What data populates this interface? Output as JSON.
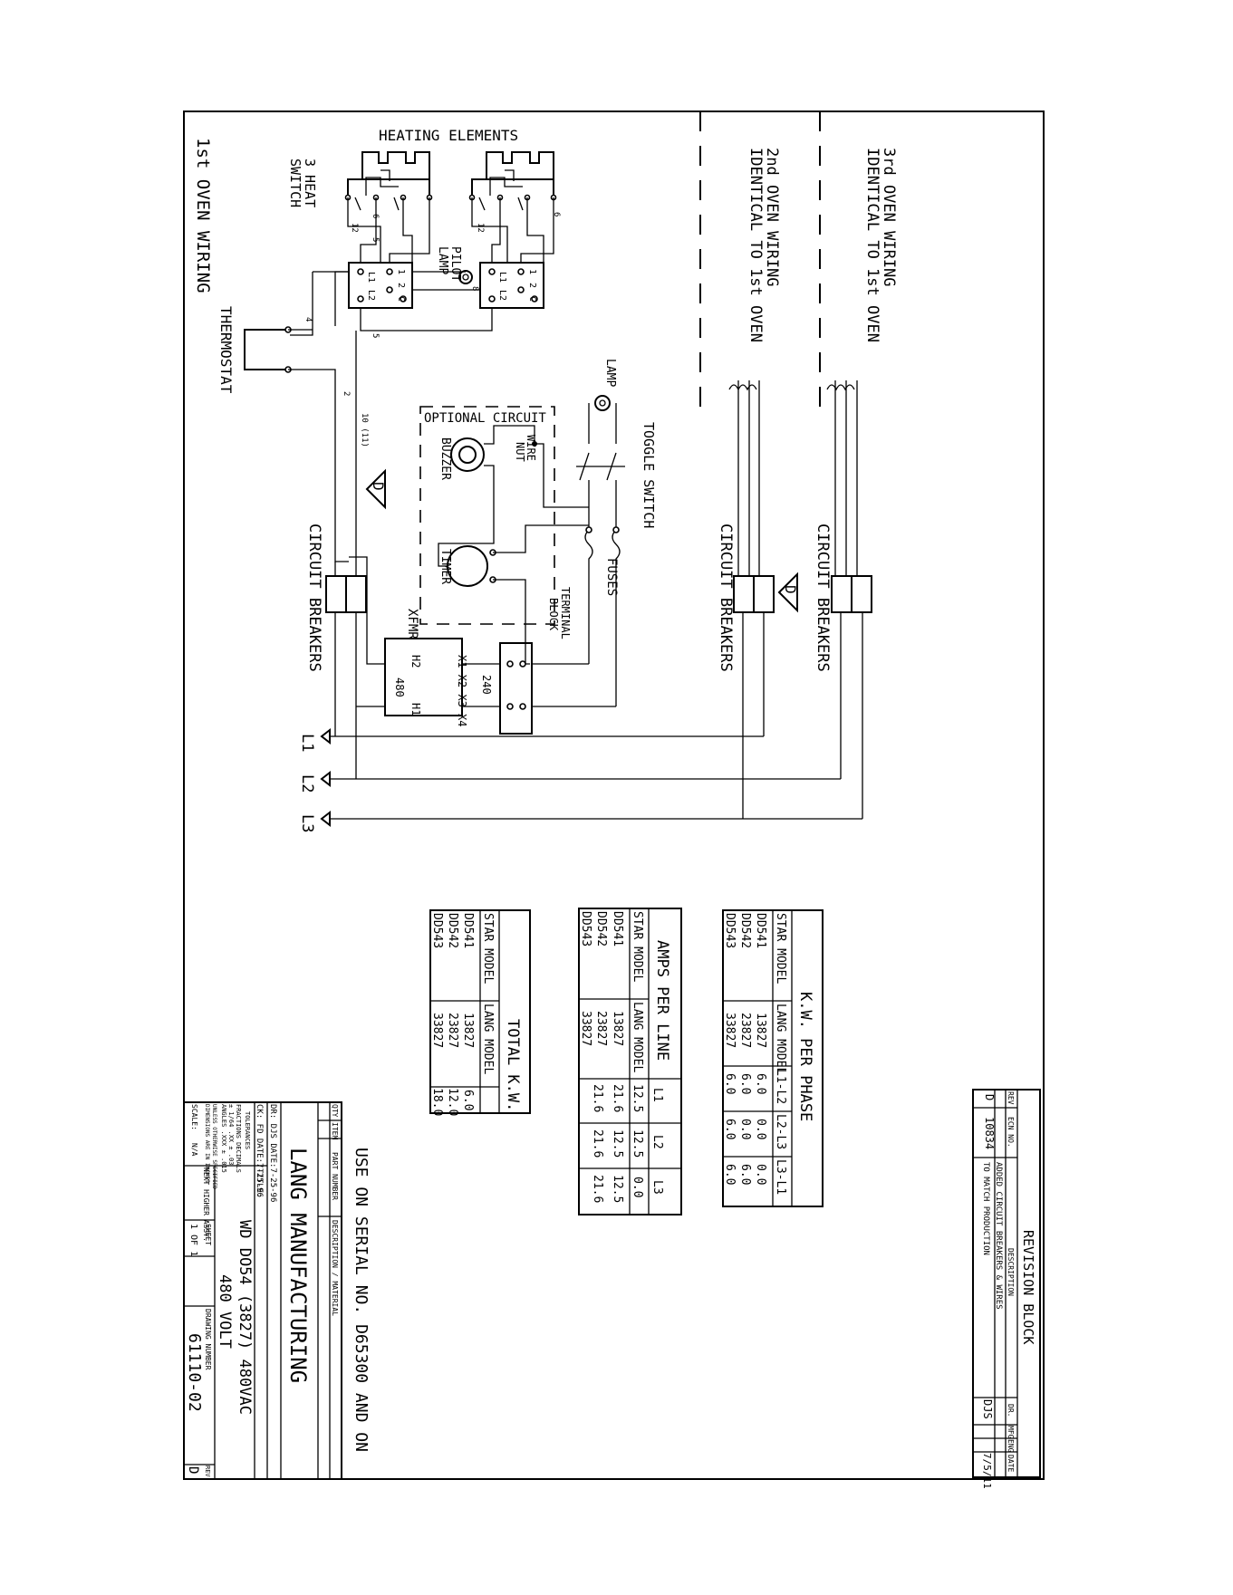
{
  "labels": {
    "heating_elements": "HEATING ELEMENTS",
    "oven1": "1st OVEN WIRING",
    "heat_switch_1": "3 HEAT",
    "heat_switch_2": "SWITCH",
    "oven2_1": "2nd OVEN WIRING",
    "oven2_2": "IDENTICAL TO 1st OVEN",
    "oven3_1": "3rd OVEN WIRING",
    "oven3_2": "IDENTICAL TO 1st OVEN",
    "pilot_1": "PILOT",
    "pilot_2": "LAMP",
    "thermostat": "THERMOSTAT",
    "lamp": "LAMP",
    "toggle_switch": "TOGGLE SWITCH",
    "optional_circuit": "OPTIONAL CIRCUIT",
    "wire_1": "WIRE",
    "wire_2": "NUT",
    "buzzer": "BUZZER",
    "timer": "TIMER",
    "fuses": "FUSES",
    "terminal_1": "TERMINAL",
    "terminal_2": "BLOCK",
    "xfmr": "XFMR",
    "circuit_breakers": "CIRCUIT BREAKERS",
    "l1": "L1",
    "l2": "L2",
    "l3": "L3",
    "v240": "240",
    "v480": "480",
    "x_terms": "X1 X2 X3 X4",
    "h2": "H2",
    "h1": "H1",
    "rev_mark": "D",
    "sw_terms": [
      "L1",
      "L2",
      "1",
      "2",
      "C"
    ],
    "wire_nums": {
      "w4": "4",
      "w2": "2",
      "w10": "10 (11)",
      "w5": "5",
      "w5b": "5",
      "w6": "6",
      "w6b": "6",
      "w12": "12",
      "w12b": "12",
      "w8": "8"
    }
  },
  "tables": {
    "kw_per_phase": {
      "title": "K.W. PER PHASE",
      "headers": [
        "STAR MODEL",
        "LANG MODEL",
        "L1-L2",
        "L2-L3",
        "L3-L1"
      ],
      "rows": [
        [
          "DD541",
          "13827",
          "6.0",
          "0.0",
          "0.0"
        ],
        [
          "DD542",
          "23827",
          "6.0",
          "0.0",
          "6.0"
        ],
        [
          "DD543",
          "33827",
          "6.0",
          "6.0",
          "6.0"
        ]
      ]
    },
    "amps_per_line": {
      "title": "AMPS PER LINE",
      "headers": [
        "STAR MODEL",
        "LANG MODEL",
        "L1",
        "L2",
        "L3"
      ],
      "rows": [
        [
          "DD541",
          "13827",
          "12.5",
          "12.5",
          "0.0"
        ],
        [
          "DD542",
          "23827",
          "21.6",
          "12.5",
          "12.5"
        ],
        [
          "DD543",
          "33827",
          "21.6",
          "21.6",
          "21.6"
        ]
      ]
    },
    "total_kw": {
      "title": "TOTAL K.W.",
      "headers": [
        "STAR MODEL",
        "LANG MODEL",
        ""
      ],
      "rows": [
        [
          "DD541",
          "13827",
          "6.0"
        ],
        [
          "DD542",
          "23827",
          "12.0"
        ],
        [
          "DD543",
          "33827",
          "18.0"
        ]
      ]
    }
  },
  "revision_block": {
    "title": "REVISION BLOCK",
    "headers": {
      "rev": "REV",
      "ecn": "ECN NO.",
      "desc": "DESCRIPTION",
      "dr": "DR.",
      "mfg": "MFG",
      "eng": "ENG",
      "date": "DATE"
    },
    "row": {
      "rev": "D",
      "ecn": "10834",
      "desc1": "ADDED CIRCUIT BREAKERS & WIRES",
      "desc2": "TO MATCH PRODUCTION",
      "dr": "DJS",
      "date": "7/5/11"
    }
  },
  "title_block": {
    "serial_note": "USE ON SERIAL NO. D65300 AND ON",
    "qty": "QTY",
    "item": "ITEM",
    "part_number": "PART NUMBER",
    "description": "DESCRIPTION / MATERIAL",
    "company": "LANG MANUFACTURING",
    "dr": "DR: DJS DATE:7-25-96",
    "ck": "CK: FD DATE:7-25-96",
    "title_label": "TITLE:",
    "title1": "WD DO54 (3827) 480VAC",
    "title2": "480 VOLT",
    "tol1": "TOLERANCES",
    "tol2": "FRACTIONS  DECIMALS",
    "tol3": "± 1/64   .XX ± .03",
    "tol4": "ANGLES   .XXX ± .015",
    "tol5": "UNLESS OTHERWISE SPECIFIED",
    "tol6": "DIMENSIONS ARE IN INCHES",
    "scale_label": "SCALE:",
    "scale": "N/A",
    "next_assy": "NEXT HIGHER ASSY.",
    "sheet_label": "SHEET",
    "sheet": "1 OF 1",
    "drawing_number_label": "DRAWING NUMBER",
    "drawing_number": "61110-02",
    "rev_label": "REV",
    "rev": "D"
  }
}
